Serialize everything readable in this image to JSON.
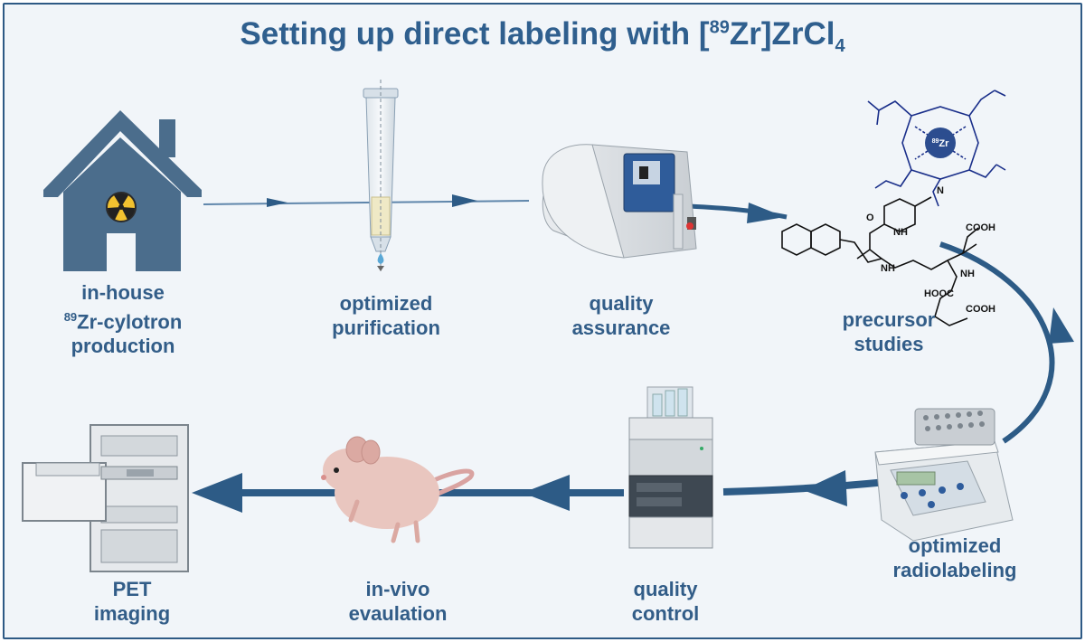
{
  "title": {
    "prefix": "Setting up direct labeling with [",
    "isotope_mass": "89",
    "mid": "Zr]ZrCl",
    "subscript": "4"
  },
  "steps": [
    {
      "id": "production",
      "line1_sup": "",
      "line1": "in-house",
      "line2_sup": "89",
      "line2": "Zr-cylotron",
      "line3": "production"
    },
    {
      "id": "purification",
      "line1": "optimized",
      "line2": "purification"
    },
    {
      "id": "assurance",
      "line1": "quality",
      "line2": "assurance"
    },
    {
      "id": "precursor",
      "line1": "precursor",
      "line2": "studies"
    },
    {
      "id": "radiolabeling",
      "line1": "optimized",
      "line2": "radiolabeling"
    },
    {
      "id": "control",
      "line1": "quality",
      "line2": "control"
    },
    {
      "id": "invivo",
      "line1": "in-vivo",
      "line2": "evaulation"
    },
    {
      "id": "pet",
      "line1": "PET",
      "line2": "imaging"
    }
  ],
  "molecule": {
    "metal_mass": "89",
    "metal": "Zr",
    "groups": {
      "cooh1": "COOH",
      "cooh2": "COOH",
      "hooc": "HOOC",
      "nh1": "NH",
      "nh2": "NH",
      "nh3": "NH",
      "n": "N",
      "o": "O"
    }
  },
  "colors": {
    "accent": "#325d88",
    "arrow": "#2d5b86",
    "house": "#4b6d8c",
    "background": "#f1f5f9"
  },
  "icons": [
    "house-radiation-icon",
    "purification-column-icon",
    "cyclotron-device-icon",
    "chelator-molecule-icon",
    "thermoshaker-icon",
    "hplc-system-icon",
    "mouse-icon",
    "pet-scanner-icon"
  ]
}
